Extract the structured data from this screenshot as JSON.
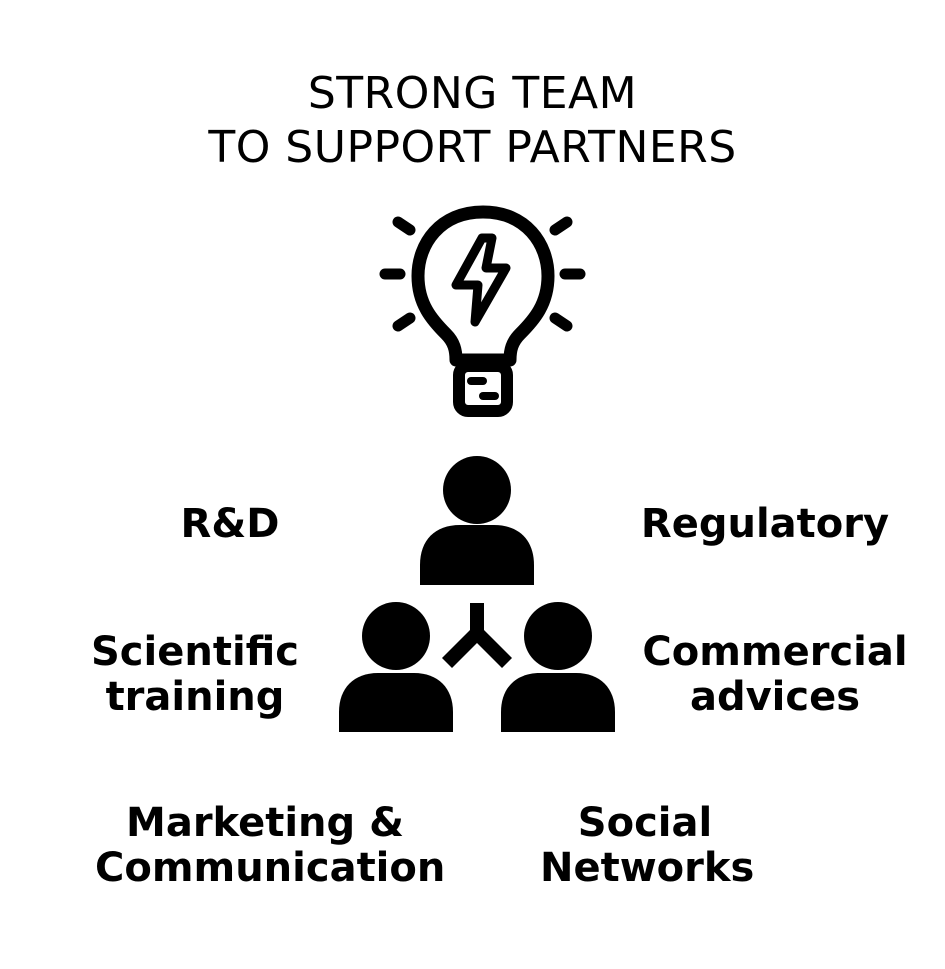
{
  "title": {
    "line1": "STRONG TEAM",
    "line2": "TO SUPPORT PARTNERS"
  },
  "icons": {
    "bulb": "lightbulb-lightning-icon",
    "team": "team-people-icon"
  },
  "labels": {
    "rnd": "R&D",
    "regulatory": "Regulatory",
    "scientific_line1": "Scientific",
    "scientific_line2": "training",
    "commercial_line1": "Commercial",
    "commercial_line2": "advices",
    "marketing_line1": "Marketing &",
    "marketing_line2": "Communication",
    "social_line1": "Social",
    "social_line2": "Networks"
  },
  "colors": {
    "foreground": "#000000",
    "background": "#ffffff"
  }
}
